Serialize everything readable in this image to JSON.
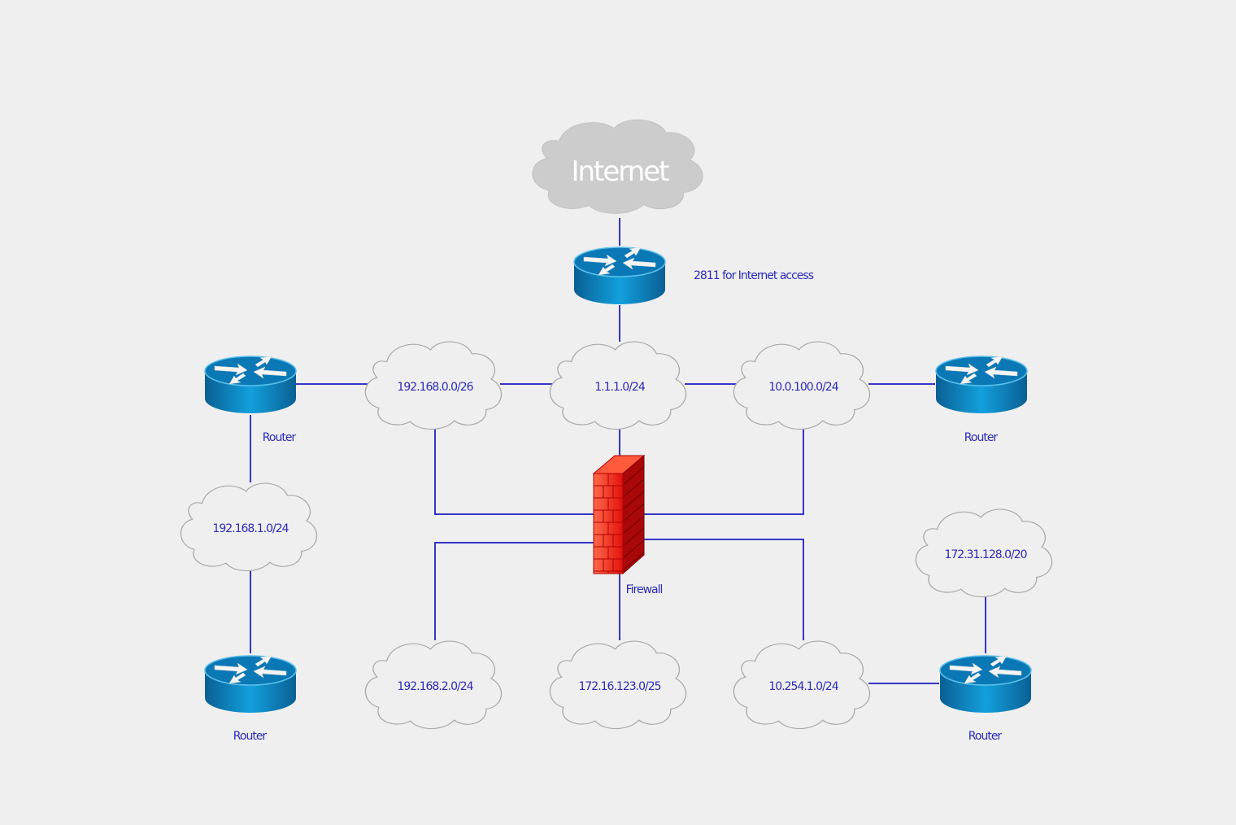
{
  "colors": {
    "link": "#3535c8",
    "label": "#2b2bb8",
    "router": "#0a84c4",
    "internet_cloud": "#cccccc",
    "firewall": "#e8201a"
  },
  "internet": {
    "label": "Internet",
    "icon": "cloud-icon"
  },
  "edge_router": {
    "label": "2811 for Internet access",
    "icon": "router-icon"
  },
  "networks": [
    {
      "id": "n1",
      "label": "192.168.0.0/26"
    },
    {
      "id": "n2",
      "label": "1.1.1.0/24"
    },
    {
      "id": "n3",
      "label": "10.0.100.0/24"
    },
    {
      "id": "n4",
      "label": "192.168.1.0/24"
    },
    {
      "id": "n5",
      "label": "172.31.128.0/20"
    },
    {
      "id": "n6",
      "label": "192.168.2.0/24"
    },
    {
      "id": "n7",
      "label": "172.16.123.0/25"
    },
    {
      "id": "n8",
      "label": "10.254.1.0/24"
    }
  ],
  "routers": [
    {
      "id": "r1",
      "label": "Router"
    },
    {
      "id": "r2",
      "label": "Router"
    },
    {
      "id": "r3",
      "label": "Router"
    },
    {
      "id": "r4",
      "label": "Router"
    }
  ],
  "firewall": {
    "label": "Firewall",
    "icon": "firewall-icon"
  }
}
